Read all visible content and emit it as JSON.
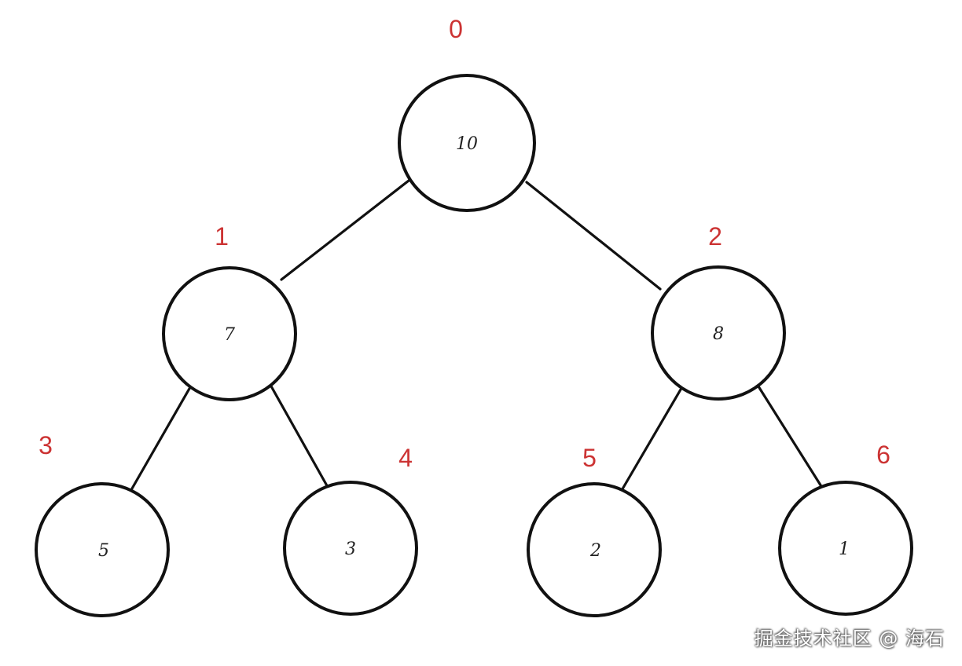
{
  "tree": {
    "nodes": [
      {
        "index": "0",
        "value": "10"
      },
      {
        "index": "1",
        "value": "7"
      },
      {
        "index": "2",
        "value": "8"
      },
      {
        "index": "3",
        "value": "5"
      },
      {
        "index": "4",
        "value": "3"
      },
      {
        "index": "5",
        "value": "2"
      },
      {
        "index": "6",
        "value": "1"
      }
    ],
    "edges": [
      [
        0,
        1
      ],
      [
        0,
        2
      ],
      [
        1,
        3
      ],
      [
        1,
        4
      ],
      [
        2,
        5
      ],
      [
        2,
        6
      ]
    ]
  },
  "watermark": "掘金技术社区 @ 海石",
  "colors": {
    "index_label": "#cc3333",
    "stroke": "#111111"
  }
}
